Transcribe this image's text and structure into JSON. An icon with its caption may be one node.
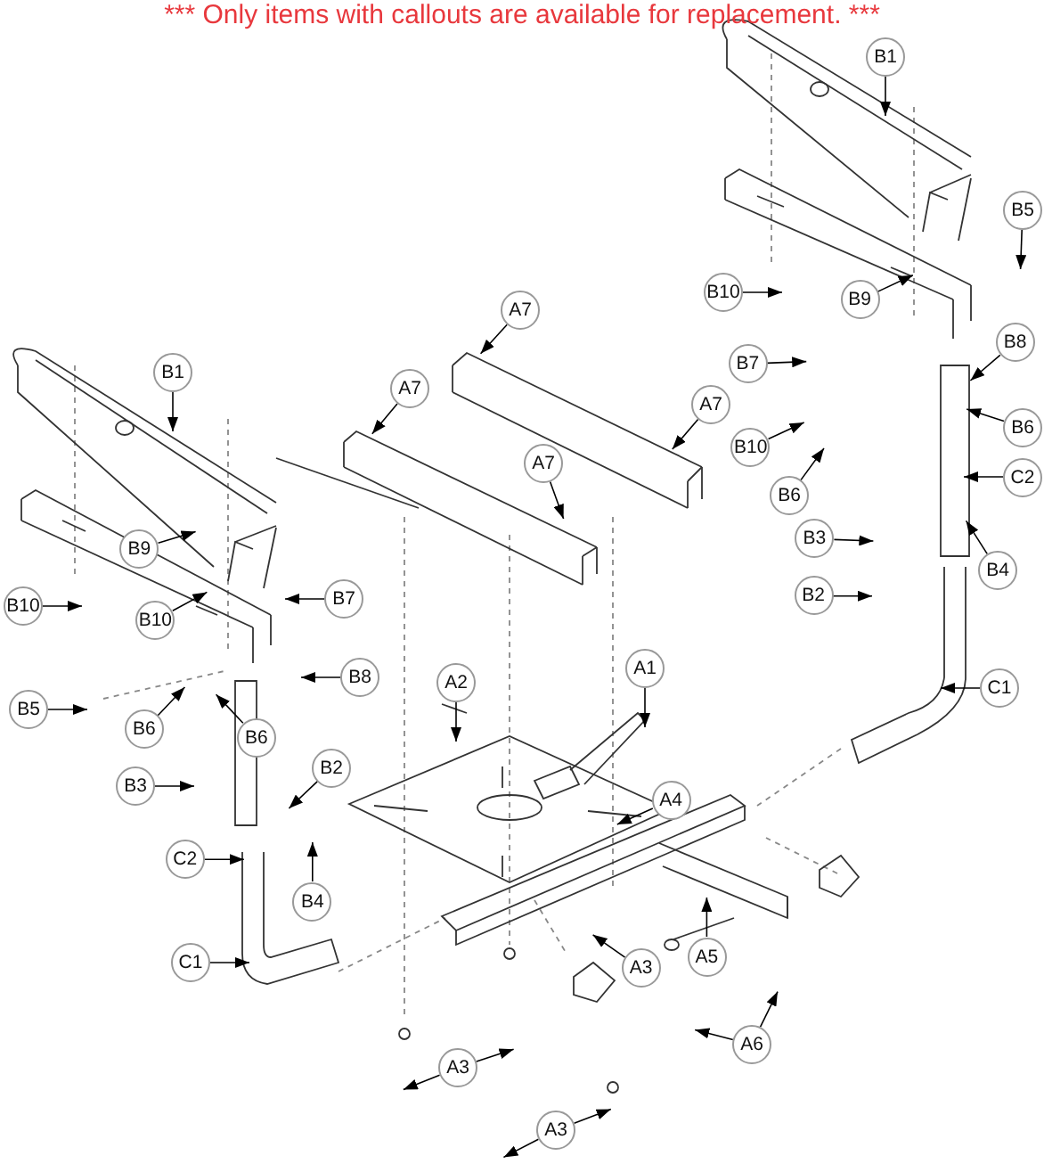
{
  "diagram": {
    "nodes": [
      {
        "text": [
          "B1"
        ]
      },
      {
        "text": [
          "A7"
        ]
      },
      {
        "text": [
          "A7"
        ]
      },
      {
        "text": [
          "A7"
        ]
      },
      {
        "text": [
          "B5"
        ]
      },
      {
        "text": [
          "A7"
        ]
      },
      {
        "text": [
          "B10"
        ]
      },
      {
        "text": [
          "B9"
        ]
      },
      {
        "text": [
          "B8"
        ]
      },
      {
        "text": [
          "B7"
        ]
      },
      {
        "text": [
          "B10"
        ]
      },
      {
        "text": [
          "B1"
        ]
      },
      {
        "text": [
          "B6"
        ]
      },
      {
        "text": [
          "B6"
        ]
      },
      {
        "text": [
          "B3"
        ]
      },
      {
        "text": [
          "C2"
        ]
      },
      {
        "text": [
          "B2"
        ]
      },
      {
        "text": [
          "B4"
        ]
      },
      {
        "text": [
          "B7"
        ]
      },
      {
        "text": [
          "B10"
        ]
      },
      {
        "text": [
          "B9"
        ]
      },
      {
        "text": [
          "C1"
        ]
      },
      {
        "text": [
          "B5"
        ]
      },
      {
        "text": [
          "B10"
        ]
      },
      {
        "text": [
          "B8"
        ]
      },
      {
        "text": [
          "B6"
        ]
      },
      {
        "text": [
          "B6"
        ]
      },
      {
        "text": [
          "A1"
        ]
      },
      {
        "text": [
          "A2"
        ]
      },
      {
        "text": [
          "A4"
        ]
      },
      {
        "text": [
          "B2"
        ]
      },
      {
        "text": [
          "B3"
        ]
      },
      {
        "text": [
          "C2"
        ]
      },
      {
        "text": [
          "B4"
        ]
      },
      {
        "text": [
          "A3"
        ]
      },
      {
        "text": [
          "C1"
        ]
      },
      {
        "text": [
          "A5"
        ]
      },
      {
        "text": [
          "A6"
        ]
      },
      {
        "text": [
          "A3"
        ]
      },
      {
        "text": [
          "A3"
        ]
      }
    ],
    "edges": [
      {
        "from": 0,
        "to": null,
        "arrow": "to"
      },
      {
        "from": 1,
        "to": null,
        "arrow": "to"
      },
      {
        "from": 2,
        "to": null,
        "arrow": "to"
      },
      {
        "from": 3,
        "to": null,
        "arrow": "to"
      },
      {
        "from": 4,
        "to": null,
        "arrow": "to"
      },
      {
        "from": 5,
        "to": null,
        "arrow": "to"
      },
      {
        "from": 6,
        "to": null,
        "arrow": "to"
      },
      {
        "from": 7,
        "to": null,
        "arrow": "to"
      },
      {
        "from": 8,
        "to": null,
        "arrow": "to"
      },
      {
        "from": 9,
        "to": null,
        "arrow": "to"
      },
      {
        "from": 10,
        "to": null,
        "arrow": "to"
      },
      {
        "from": 11,
        "to": null,
        "arrow": "to"
      },
      {
        "from": 12,
        "to": null,
        "arrow": "to"
      },
      {
        "from": 13,
        "to": null,
        "arrow": "to"
      },
      {
        "from": 14,
        "to": null,
        "arrow": "to"
      },
      {
        "from": 15,
        "to": null,
        "arrow": "to"
      },
      {
        "from": 16,
        "to": null,
        "arrow": "to"
      },
      {
        "from": 17,
        "to": null,
        "arrow": "to"
      },
      {
        "from": 18,
        "to": null,
        "arrow": "to"
      },
      {
        "from": 19,
        "to": null,
        "arrow": "to"
      },
      {
        "from": 20,
        "to": null,
        "arrow": "to"
      },
      {
        "from": 21,
        "to": null,
        "arrow": "to"
      },
      {
        "from": 22,
        "to": null,
        "arrow": "to"
      },
      {
        "from": 23,
        "to": null,
        "arrow": "to"
      },
      {
        "from": 24,
        "to": null,
        "arrow": "to"
      },
      {
        "from": 25,
        "to": null,
        "arrow": "to"
      },
      {
        "from": 26,
        "to": null,
        "arrow": "to"
      },
      {
        "from": 27,
        "to": null,
        "arrow": "to"
      },
      {
        "from": 28,
        "to": null,
        "arrow": "to"
      },
      {
        "from": 29,
        "to": null,
        "arrow": "to"
      },
      {
        "from": 30,
        "to": null,
        "arrow": "to"
      },
      {
        "from": 31,
        "to": null,
        "arrow": "to"
      },
      {
        "from": 32,
        "to": null,
        "arrow": "to"
      },
      {
        "from": 33,
        "to": null,
        "arrow": "to"
      },
      {
        "from": 34,
        "to": null,
        "arrow": "to"
      },
      {
        "from": 35,
        "to": null,
        "arrow": "to"
      },
      {
        "from": 36,
        "to": null,
        "arrow": "to"
      },
      {
        "from": 37,
        "to": null,
        "arrow": "to"
      },
      {
        "from": 37,
        "to": null,
        "arrow": "to"
      },
      {
        "from": 38,
        "to": null,
        "arrow": "to"
      },
      {
        "from": 38,
        "to": null,
        "arrow": "to"
      },
      {
        "from": 39,
        "to": null,
        "arrow": "to"
      },
      {
        "from": 39,
        "to": null,
        "arrow": "to"
      }
    ],
    "labels": [
      "*** Only items with callouts are available for replacement. ***"
    ]
  }
}
